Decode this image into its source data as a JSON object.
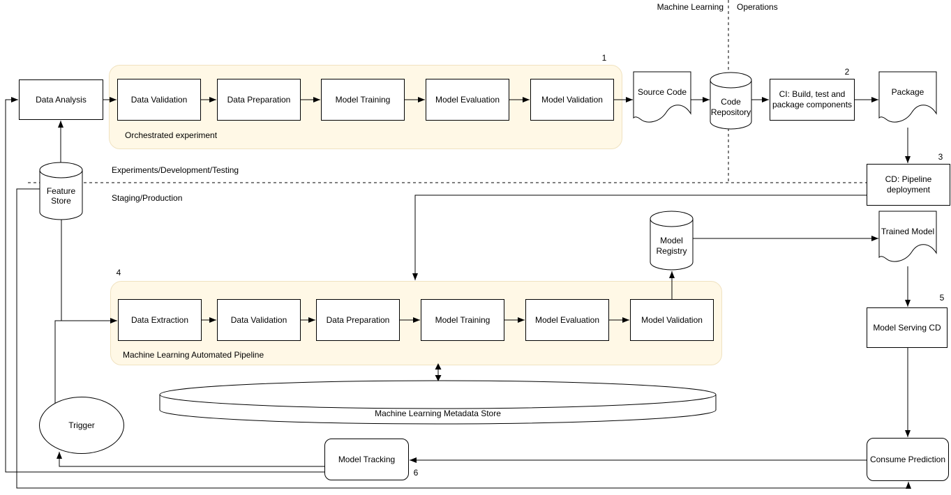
{
  "header": {
    "left_label": "Machine Learning",
    "right_label": "Operations"
  },
  "lanes": {
    "top_label": "Experiments/Development/Testing",
    "bottom_label": "Staging/Production"
  },
  "groups": {
    "experiment": {
      "label": "Orchestrated experiment",
      "number": "1",
      "steps": [
        "Data Validation",
        "Data Preparation",
        "Model Training",
        "Model Evaluation",
        "Model Validation"
      ]
    },
    "automated": {
      "label": "Machine Learning Automated Pipeline",
      "number": "4",
      "steps": [
        "Data Extraction",
        "Data Validation",
        "Data Preparation",
        "Model Training",
        "Model Evaluation",
        "Model Validation"
      ]
    }
  },
  "nodes": {
    "data_analysis": "Data Analysis",
    "feature_store": "Feature Store",
    "source_code": "Source Code",
    "code_repository": "Code Repository",
    "ci": {
      "label": "CI: Build, test and package components",
      "number": "2"
    },
    "package": "Package",
    "cd": {
      "label": "CD: Pipeline deployment",
      "number": "3"
    },
    "trained_model": "Trained Model",
    "model_registry": "Model Registry",
    "model_serving_cd": {
      "label": "Model Serving CD",
      "number": "5"
    },
    "consume_prediction": "Consume Prediction",
    "model_tracking": {
      "label": "Model Tracking",
      "number": "6"
    },
    "trigger": "Trigger",
    "metadata_store": "Machine Learning Metadata Store"
  },
  "colors": {
    "group_fill": "#fff8e6",
    "group_border": "#f0e2c0",
    "node_border": "#000000",
    "line": "#000000",
    "background": "#ffffff"
  }
}
